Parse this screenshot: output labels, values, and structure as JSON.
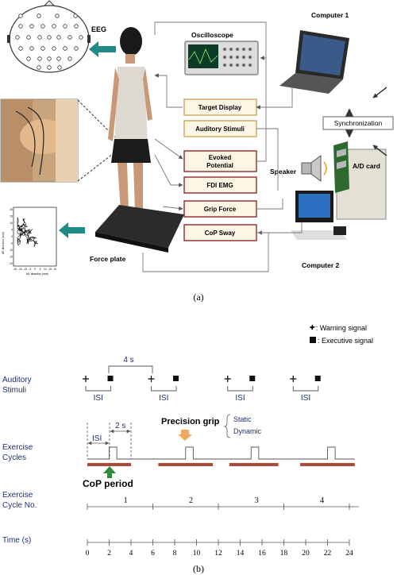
{
  "panel_a": {
    "caption": "(a)",
    "eeg_label": "EEG",
    "oscilloscope_label": "Oscilloscope",
    "computer1_label": "Computer 1",
    "computer2_label": "Computer 2",
    "sync_label": "Synchronization",
    "ad_card_label": "A/D card",
    "speaker_label": "Speaker",
    "force_plate_label": "Force plate",
    "boxes": {
      "target_display": "Target Display",
      "auditory_stimuli": "Auditory Stimuli",
      "evoked_potential_1": "Evoked",
      "evoked_potential_2": "Potential",
      "fdi_emg": "FDI EMG",
      "grip_force": "Grip Force",
      "cop_sway": "CoP Sway"
    },
    "cop_plot": {
      "ylabel": "AP direction (mm)",
      "xlabel": "ML direction (mm)",
      "yticks": [
        "20",
        "15",
        "10",
        "5",
        "0",
        "-5",
        "-10",
        "-15",
        "-20"
      ],
      "xticks": [
        "-20",
        "-15",
        "-10",
        "-5",
        "0",
        "5",
        "10",
        "15",
        "20"
      ]
    }
  },
  "panel_b": {
    "caption": "(b)",
    "legend": {
      "warning": "+ : Warning signal",
      "executive": ": Executive signal"
    },
    "interval_4s": "4 s",
    "interval_2s": "2 s",
    "isi": "ISI",
    "rows": {
      "auditory_1": "Auditory",
      "auditory_2": "Stimuli",
      "exercise_1": "Exercise",
      "exercise_2": "Cycles",
      "cycle_no_1": "Exercise",
      "cycle_no_2": "Cycle No.",
      "time": "Time (s)"
    },
    "precision_grip": "Precision grip",
    "grip_types": [
      "Static",
      "Dynamic"
    ],
    "cop_period": "CoP  period",
    "cycle_numbers": [
      "1",
      "2",
      "3",
      "4"
    ],
    "time_ticks": [
      "0",
      "2",
      "4",
      "6",
      "8",
      "10",
      "12",
      "14",
      "16",
      "18",
      "20",
      "22",
      "24"
    ]
  },
  "colors": {
    "box_fill": "#fdf6e4",
    "box_border_red": "#8b1a1a",
    "box_border_gold": "#c8a050",
    "teal_arrow": "#1f8a86",
    "navy_text": "#1f2f6e",
    "cop_bar": "#b0483c",
    "green_arrow": "#2e8b3a",
    "orange_arrow": "#f0a860"
  }
}
